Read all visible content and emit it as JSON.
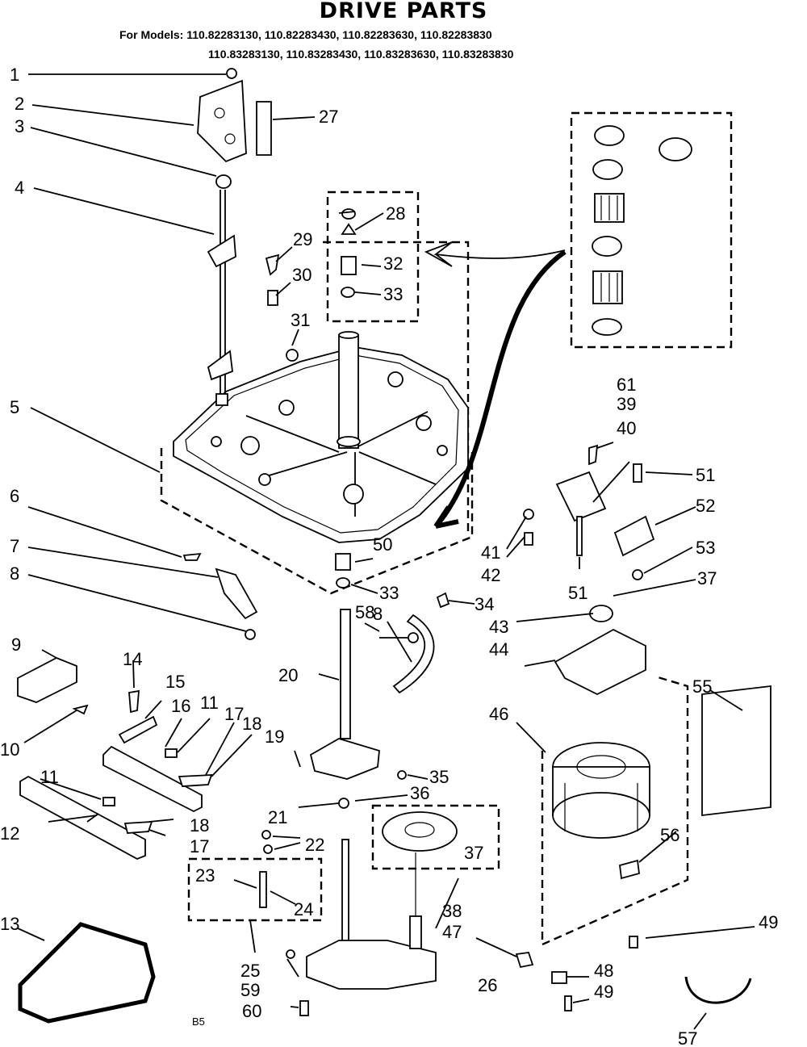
{
  "title": "DRIVE PARTS",
  "models_line1": "For Models: 110.82283130, 110.82283430, 110.82283630, 110.82283830",
  "models_line2": "110.83283130, 110.83283430, 110.83283630, 110.83283830",
  "footer_code": "B5",
  "labels": {
    "p1": "1",
    "p2": "2",
    "p3": "3",
    "p4": "4",
    "p5": "5",
    "p6": "6",
    "p7": "7",
    "p8a": "8",
    "p8b": "8",
    "p9": "9",
    "p10": "10",
    "p11a": "11",
    "p11b": "11",
    "p12": "12",
    "p13": "13",
    "p14": "14",
    "p15": "15",
    "p16": "16",
    "p17a": "17",
    "p17b": "17",
    "p18a": "18",
    "p18b": "18",
    "p19": "19",
    "p20": "20",
    "p21": "21",
    "p22": "22",
    "p23": "23",
    "p24": "24",
    "p25": "25",
    "p26": "26",
    "p27": "27",
    "p28": "28",
    "p29": "29",
    "p30": "30",
    "p31": "31",
    "p32": "32",
    "p33a": "33",
    "p33b": "33",
    "p34": "34",
    "p35": "35",
    "p36": "36",
    "p37a": "37",
    "p37b": "37",
    "p38": "38",
    "p39": "39",
    "p40": "40",
    "p41": "41",
    "p42": "42",
    "p43": "43",
    "p44": "44",
    "p46": "46",
    "p47": "47",
    "p48": "48",
    "p49a": "49",
    "p49b": "49",
    "p50": "50",
    "p51a": "51",
    "p51b": "51",
    "p52": "52",
    "p53": "53",
    "p55": "55",
    "p56": "56",
    "p57": "57",
    "p58": "58",
    "p59": "59",
    "p60": "60",
    "p61": "61"
  }
}
